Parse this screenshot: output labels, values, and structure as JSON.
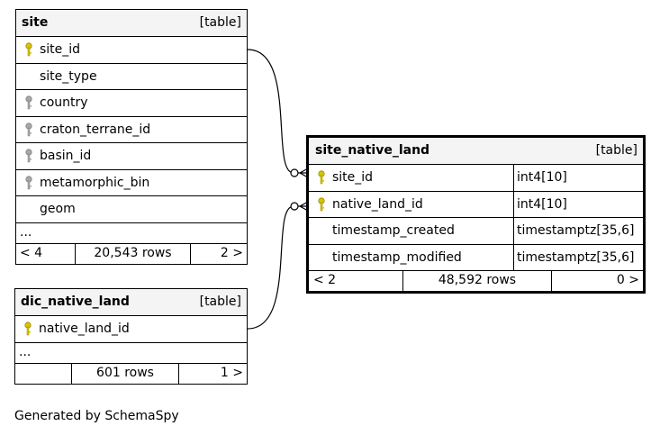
{
  "site": {
    "name": "site",
    "kind": "[table]",
    "columns": [
      {
        "name": "site_id",
        "key": "primary"
      },
      {
        "name": "site_type",
        "key": "none"
      },
      {
        "name": "country",
        "key": "foreign"
      },
      {
        "name": "craton_terrane_id",
        "key": "foreign"
      },
      {
        "name": "basin_id",
        "key": "foreign"
      },
      {
        "name": "metamorphic_bin",
        "key": "foreign"
      },
      {
        "name": "geom",
        "key": "none"
      }
    ],
    "ellipsis": "...",
    "footer": {
      "left": "< 4",
      "rows": "20,543 rows",
      "right": "2 >"
    }
  },
  "dic_native_land": {
    "name": "dic_native_land",
    "kind": "[table]",
    "columns": [
      {
        "name": "native_land_id",
        "key": "primary"
      }
    ],
    "ellipsis": "...",
    "footer": {
      "left": "",
      "rows": "601 rows",
      "right": "1 >"
    }
  },
  "site_native_land": {
    "name": "site_native_land",
    "kind": "[table]",
    "columns": [
      {
        "name": "site_id",
        "type": "int4[10]",
        "key": "primary"
      },
      {
        "name": "native_land_id",
        "type": "int4[10]",
        "key": "primary"
      },
      {
        "name": "timestamp_created",
        "type": "timestamptz[35,6]",
        "key": "none"
      },
      {
        "name": "timestamp_modified",
        "type": "timestamptz[35,6]",
        "key": "none"
      }
    ],
    "footer": {
      "left": "< 2",
      "rows": "48,592 rows",
      "right": "0 >"
    }
  },
  "colors": {
    "primary_key": "#d8c400",
    "foreign_key": "#a8a8a8",
    "header_bg": "#f4f4f4"
  },
  "generated_by": "Generated by SchemaSpy"
}
